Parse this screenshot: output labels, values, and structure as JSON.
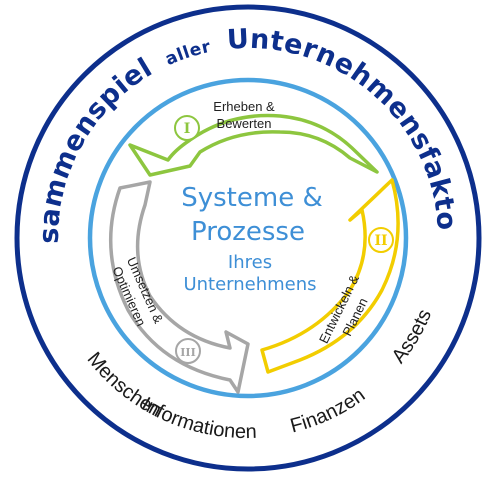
{
  "title": {
    "main": "Zusammenspiel",
    "connector": "aller",
    "end": "Unternehmensfaktoren"
  },
  "center": {
    "line1": "Systeme &",
    "line2": "Prozesse",
    "line3": "Ihres",
    "line4": "Unternehmens"
  },
  "steps": [
    {
      "numeral": "I",
      "line1": "Erheben &",
      "line2": "Bewerten",
      "color": "#8dc63f"
    },
    {
      "numeral": "II",
      "line1": "Entwickeln &",
      "line2": "Planen",
      "color": "#f2cd00"
    },
    {
      "numeral": "III",
      "line1": "Umsetzen &",
      "line2": "Optimieren",
      "color": "#a6a6a6"
    }
  ],
  "factors": [
    "Menschen",
    "Informationen",
    "Finanzen",
    "Assets"
  ],
  "colors": {
    "navy": "#0d2f8c",
    "light_blue": "#4aa3df",
    "center_text": "#3e8fd6",
    "green": "#8dc63f",
    "yellow": "#f2cd00",
    "gray": "#a6a6a6"
  }
}
